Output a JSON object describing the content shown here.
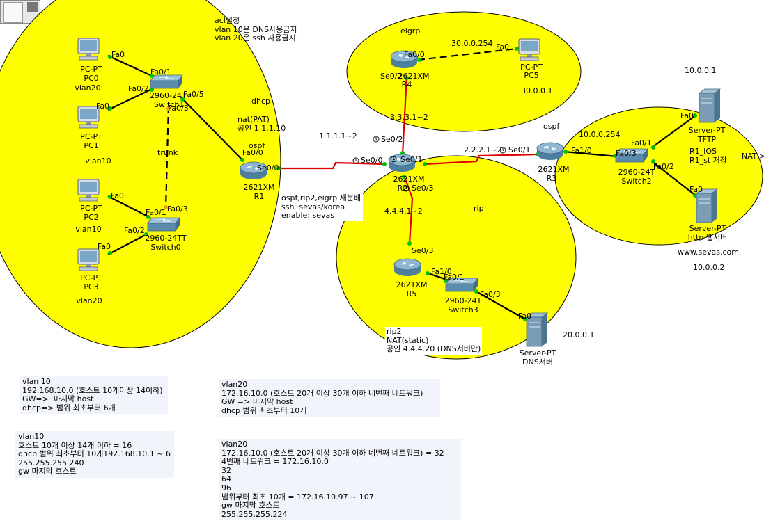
{
  "colors": {
    "zone": "#ffff00",
    "wan": "#e00000",
    "link": "#000000",
    "router": "#6f9fbf",
    "switch": "#6f9fbf"
  },
  "zones": {
    "eigrp": "eigrp",
    "rip": "rip",
    "ospf": "ospf",
    "dhcp": "dhcp",
    "trunk": "trunk"
  },
  "devices": {
    "pc0": {
      "type": "PC-PT",
      "name": "PC0",
      "vlan": "vlan20"
    },
    "pc1": {
      "type": "PC-PT",
      "name": "PC1",
      "vlan": "vlan10"
    },
    "pc2": {
      "type": "PC-PT",
      "name": "PC2",
      "vlan": "vlan10"
    },
    "pc3": {
      "type": "PC-PT",
      "name": "PC3",
      "vlan": "vlan20"
    },
    "sw1": {
      "type": "2960-24T",
      "name": "Switch1"
    },
    "sw0": {
      "type": "2960-24TT",
      "name": "Switch0"
    },
    "r1": {
      "type": "2621XM",
      "name": "R1"
    },
    "r2": {
      "type": "2621XM",
      "name": "R2"
    },
    "r3": {
      "type": "2621XM",
      "name": "R3"
    },
    "r4": {
      "type": "2621XM",
      "name": "R4"
    },
    "r5": {
      "type": "2621XM",
      "name": "R5"
    },
    "pc5": {
      "type": "PC-PT",
      "name": "PC5"
    },
    "sw2": {
      "type": "2960-24T",
      "name": "Switch2"
    },
    "sw3": {
      "type": "2960-24T",
      "name": "Switch3"
    },
    "tftp": {
      "type": "Server-PT",
      "name": "TFTP"
    },
    "http": {
      "type": "Server-PT",
      "name": "http 웹서버"
    },
    "dns": {
      "type": "Server-PT",
      "name": "DNS서버"
    }
  },
  "ports": {
    "fa0": "Fa0",
    "fa0_1": "Fa0/1",
    "fa0_2": "Fa0/2",
    "fa0_3": "Fa0/3",
    "fa0_5": "Fa0/5",
    "fa0_0": "Fa0/0",
    "fa1_0": "Fa1/0",
    "se0_0": "Se0/0",
    "se0_1": "Se0/1",
    "se0_2": "Se0/2",
    "se0_3": "Se0/3",
    "se0_2r4": "Se0/2"
  },
  "labels": {
    "acl": "acl설정\nvlan 10은 DNS사용금지\nvlan 20은 ssh 사용금지",
    "nat_pat": "nat(PAT)\n공인 1.1.1.10",
    "ospf_r1": "ospf",
    "net_r1r2": "1.1.1.1~2",
    "net_r2r4": "3.3.3.1~2",
    "net_r2r3": "2.2.2.1~2",
    "net_r2r5": "4.4.4.1~2",
    "r2_info": "ospf,rip2,eigrp 재분배\nssh  sevas/korea\nenable: sevas",
    "pc5_net": "30.0.0.254",
    "pc5_ip": "30.0.0.1",
    "ospf_net": "10.0.0.254",
    "net_top": "10.0.0.1",
    "tftp_info": "R1_IOS\nR1_st 저장",
    "nat_right": "NAT >",
    "www": "www.sevas.com",
    "http_ip": "10.0.0.2",
    "rip2_info": "rip2\nNAT(static)\n공인 4.4.4.20 (DNS서버만)",
    "dns_ip": "20.0.0.1"
  },
  "notes": {
    "n1": "vlan 10\n192.168.10.0 (호스트 10개이상 14이하)\nGW=>  마지막 host\ndhcp=> 범위 최초부터 6개",
    "n2": "vlan20\n172.16.10.0 (호스트 20개 이상 30개 이하 네번째 네트워크)\nGW => 마지막 host\ndhcp 범위 최초부터 10개",
    "n3": "vlan10\n호스트 10개 이상 14개 이하 = 16\ndhcp 범위 최초부터 10개192.168.10.1 ~ 6\n255.255.255.240\ngw 마지막 호스트",
    "n4": "vlan20\n172.16.10.0 (호스트 20개 이상 30개 이하 네번째 네트워크) = 32\n4번째 네트워크 = 172.16.10.0\n32\n64\n96\n범위부터 최초 10개 = 172.16.10.97 ~ 107\ngw 마지막 호스트\n255.255.255.224"
  }
}
